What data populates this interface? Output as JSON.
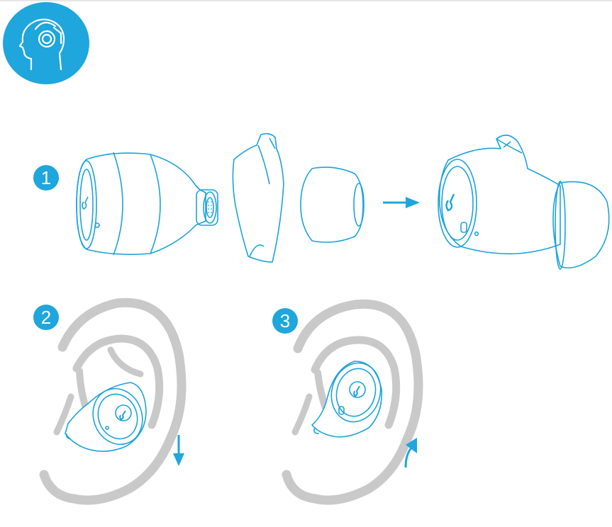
{
  "colors": {
    "accent": "#1ea6dd",
    "outline": "#1aa3dc",
    "ear": "#c9c9c9"
  },
  "header": {
    "icon": "head-with-headphones-icon"
  },
  "steps": [
    {
      "number": "1"
    },
    {
      "number": "2"
    },
    {
      "number": "3"
    }
  ]
}
